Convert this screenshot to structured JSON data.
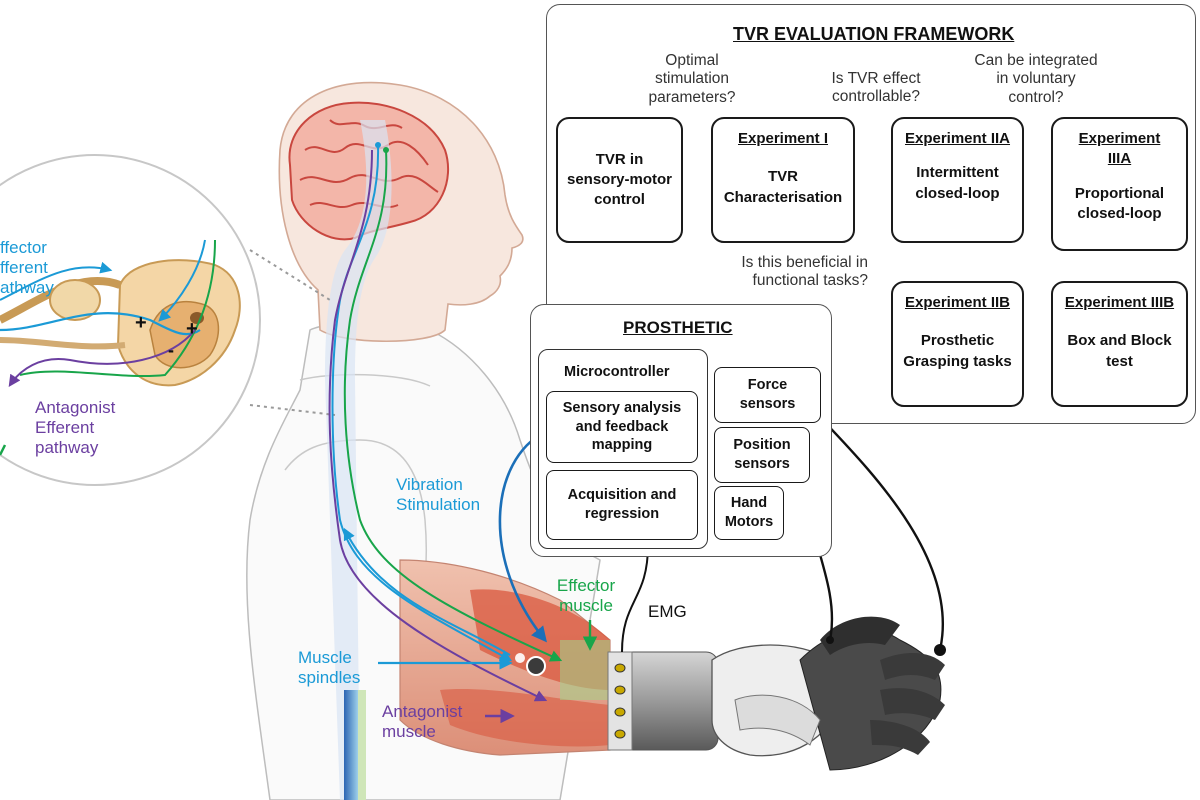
{
  "framework": {
    "title": "TVR EVALUATION FRAMEWORK",
    "questions": {
      "q1": [
        "Optimal",
        "stimulation",
        "parameters?"
      ],
      "q2": [
        "Is TVR effect",
        "controllable?"
      ],
      "q3": [
        "Can be integrated",
        "in voluntary",
        "control?"
      ],
      "q4": [
        "Is this beneficial in",
        "functional tasks?"
      ]
    },
    "boxes": {
      "tvr_control": [
        "TVR in",
        "sensory-motor",
        "control"
      ],
      "exp1": {
        "title": "Experiment I",
        "body": [
          "TVR",
          "Characterisation"
        ]
      },
      "exp2a": {
        "title": "Experiment IIA",
        "body": [
          "Intermittent",
          "closed-loop"
        ]
      },
      "exp3a": {
        "title": [
          "Experiment",
          "IIIA"
        ],
        "body": [
          "Proportional",
          "closed-loop"
        ]
      },
      "exp2b": {
        "title": "Experiment IIB",
        "body": [
          "Prosthetic",
          "Grasping tasks"
        ]
      },
      "exp3b": {
        "title": "Experiment IIIB",
        "body": [
          "Box and Block",
          "test"
        ]
      }
    }
  },
  "prosthetic": {
    "title": "PROSTHETIC",
    "microcontroller": "Microcontroller",
    "sensory": [
      "Sensory analysis",
      "and feedback",
      "mapping"
    ],
    "acquisition": [
      "Acquisition and",
      "regression"
    ],
    "force": [
      "Force",
      "sensors"
    ],
    "position": [
      "Position",
      "sensors"
    ],
    "motors": [
      "Hand",
      "Motors"
    ]
  },
  "anatomy": {
    "effector_efferent": [
      "ffector",
      "fferent",
      "athway"
    ],
    "antagonist_efferent": [
      "Antagonist",
      "Efferent",
      "pathway"
    ],
    "vibration": [
      "Vibration",
      "Stimulation"
    ],
    "effector_muscle": [
      "Effector",
      "muscle"
    ],
    "emg": "EMG",
    "muscle_spindles": [
      "Muscle",
      "spindles"
    ],
    "antagonist_muscle": [
      "Antagonist",
      "muscle"
    ],
    "plus_left": "+",
    "plus_right": "+",
    "minus_sign": "-"
  },
  "colors": {
    "afferent_blue": "#1b9ad6",
    "efferent_green": "#18a54a",
    "antagonist_purple": "#6b3fa0",
    "feedback_blue": "#1b6fb8",
    "muscle_red": "#d9583f",
    "skin": "#f5cdb8",
    "brain": "#e36b66"
  }
}
